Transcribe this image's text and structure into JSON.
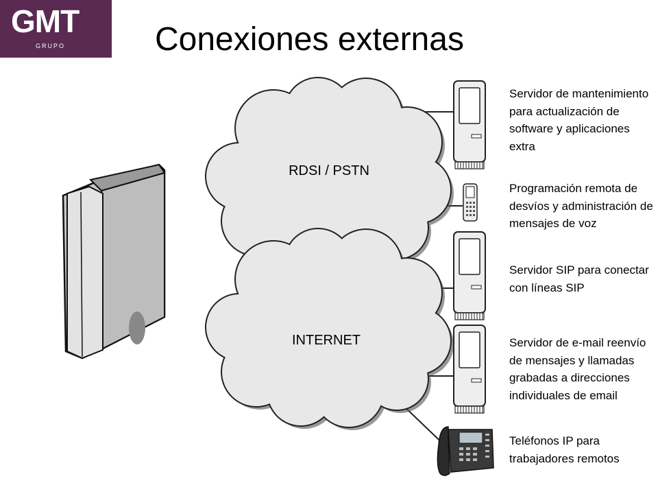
{
  "logo": {
    "text": "GMT",
    "subtext": "GRUPO"
  },
  "title": "Conexiones externas",
  "clouds": {
    "top_label": "RDSI / PSTN",
    "bottom_label": "INTERNET"
  },
  "descriptions": {
    "maintenance": "Servidor de mantenimiento para actualización de software y aplicaciones extra",
    "remote": "Programación remota de desvíos y administración de mensajes de voz",
    "sip": "Servidor SIP para conectar con líneas SIP",
    "email": "Servidor de e-mail reenvío de mensajes y llamadas grabadas a direcciones individuales de email",
    "ipphones": "Teléfonos IP para trabajadores remotos"
  },
  "colors": {
    "logo_bg": "#5a2a52",
    "cloud_fill": "#e8e8e8",
    "device_fill": "#e6e6e6"
  }
}
